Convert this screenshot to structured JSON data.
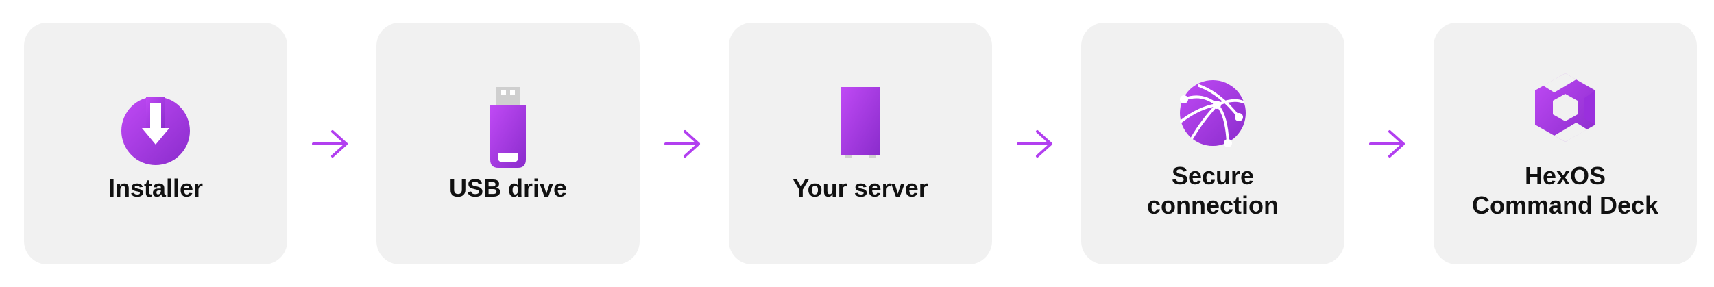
{
  "colors": {
    "card_background": "#f1f1f1",
    "accent_purple": "#b23ff0",
    "accent_purple_dark": "#8a2ccc",
    "label_text": "#111111"
  },
  "steps": [
    {
      "icon": "download-circle-icon",
      "label_lines": [
        "Installer"
      ]
    },
    {
      "icon": "usb-drive-icon",
      "label_lines": [
        "USB drive"
      ]
    },
    {
      "icon": "server-icon",
      "label_lines": [
        "Your server"
      ]
    },
    {
      "icon": "globe-network-icon",
      "label_lines": [
        "Secure",
        "connection"
      ]
    },
    {
      "icon": "hexos-logo-icon",
      "label_lines": [
        "HexOS",
        "Command Deck"
      ]
    }
  ],
  "connectors": [
    {
      "icon": "arrow-right-icon"
    },
    {
      "icon": "arrow-right-icon"
    },
    {
      "icon": "arrow-right-icon"
    },
    {
      "icon": "arrow-right-icon"
    }
  ]
}
